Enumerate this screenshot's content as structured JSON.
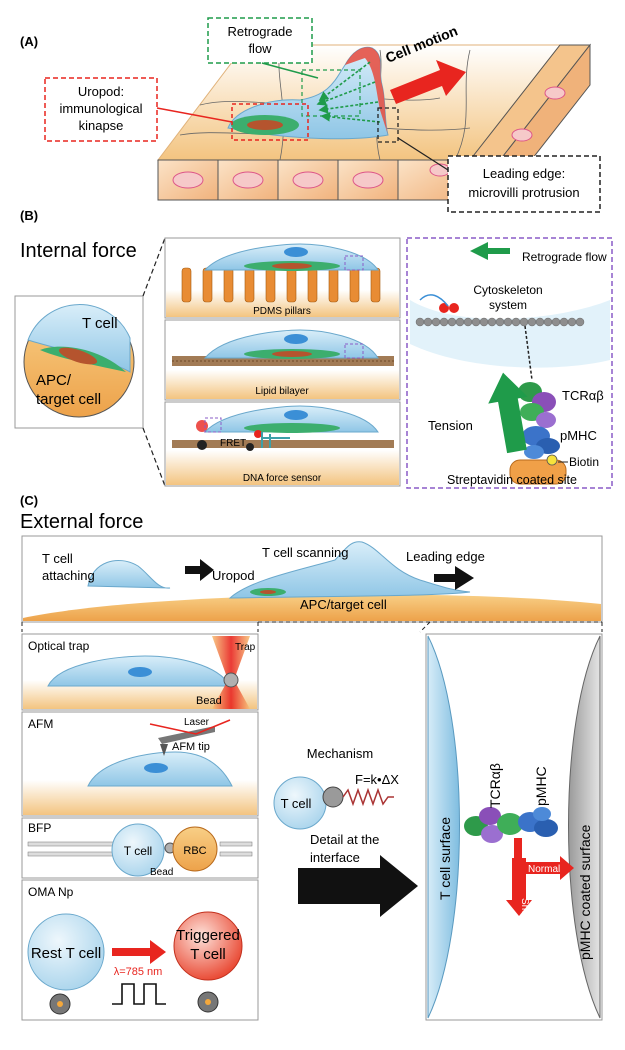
{
  "panel_a": {
    "tag": "(A)",
    "retrograde": [
      "Retrograde",
      "flow"
    ],
    "cell_motion": "Cell motion",
    "uropod": [
      "Uropod:",
      "immunological",
      "kinapse"
    ],
    "leading_edge": [
      "Leading edge:",
      "microvilli protrusion"
    ]
  },
  "panel_b": {
    "tag": "(B)",
    "internal_force": "Internal force",
    "t_cell": "T cell",
    "apc": [
      "APC/",
      "target cell"
    ],
    "pdms": "PDMS pillars",
    "lipid": "Lipid bilayer",
    "fret": "FRET",
    "dna": "DNA force sensor",
    "retrograde_flow": "Retrograde flow",
    "cytoskeleton": [
      "Cytoskeleton",
      "system"
    ],
    "tcr": "TCRαβ",
    "pmhc": "pMHC",
    "tension": "Tension",
    "biotin": "Biotin",
    "streptavidin": "Streptavidin coated site"
  },
  "panel_c": {
    "tag": "(C)",
    "external_force": "External force",
    "attaching": [
      "T cell",
      "attaching"
    ],
    "uropod": "Uropod",
    "scanning": "T cell scanning",
    "leading_edge": "Leading edge",
    "apc": "APC/target cell",
    "optical_trap": "Optical trap",
    "trap": "Trap",
    "bead": "Bead",
    "afm": "AFM",
    "laser": "Laser",
    "afm_tip": "AFM tip",
    "bfp": "BFP",
    "bfp_tcell": "T cell",
    "rbc": "RBC",
    "bfp_bead": "Bead",
    "oma": "OMA Np",
    "rest": [
      "Rest T cell"
    ],
    "triggered": [
      "Triggered",
      "T cell"
    ],
    "lambda": "λ=785 nm",
    "mechanism": "Mechanism",
    "mech_tcell": "T cell",
    "formula": "F=k•ΔX",
    "detail": [
      "Detail at the",
      "interface"
    ],
    "tcell_surface": "T cell surface",
    "pmhc_surface": "pMHC coated surface",
    "tcr": "TCRαβ",
    "pmhc": "pMHC",
    "normal": "Normal",
    "shear": "Shear"
  },
  "colors": {
    "cell_blue": "#a9d4ec",
    "nucleus_blue": "#3b8fd6",
    "apc_orange": "#f4b45b",
    "red_arrow": "#e8251f",
    "green_arrow": "#1f9b4a",
    "purple_dash": "#8a5cc7"
  }
}
